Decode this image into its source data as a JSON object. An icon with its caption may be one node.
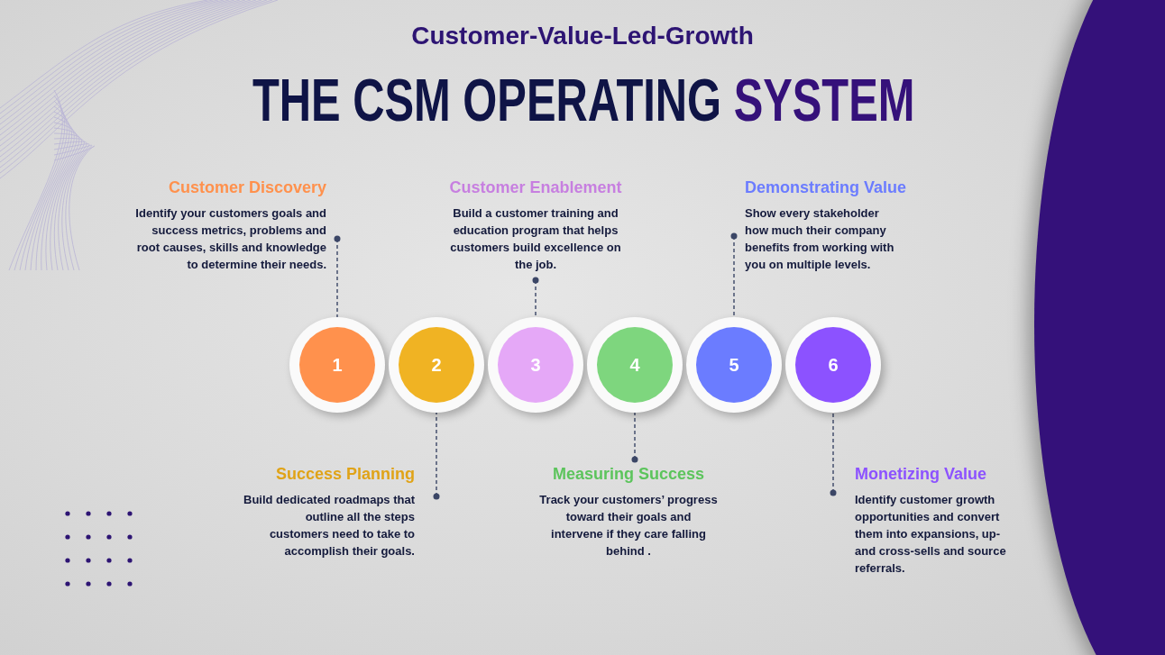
{
  "diagram": {
    "title": "THE CSM OPERATING **SYSTEM**",
    "nodes": [
      {
        "text": [
          "Customer Discovery",
          "Identify your customers goals and success metrics, problems and root causes, skills and knowledge to determine their needs."
        ]
      },
      {
        "text": [
          "Customer Enablement",
          "Build a customer training and education program that helps customers build excellence on the job."
        ]
      },
      {
        "text": [
          "Demonstrating Value",
          "Show every stakeholder how much their company benefits from working with you on multiple levels."
        ]
      },
      {
        "text": [
          "1"
        ]
      },
      {
        "text": [
          "2"
        ]
      },
      {
        "text": [
          "3"
        ]
      },
      {
        "text": [
          "4"
        ]
      },
      {
        "text": [
          "5"
        ]
      },
      {
        "text": [
          "6"
        ]
      },
      {
        "text": [
          "Success Planning",
          "Build dedicated roadmaps that outline all the steps customers need to take to accomplish their goals."
        ]
      },
      {
        "text": [
          "Measuring Success",
          "Track your customers’ progress toward their goals and intervene if they care falling behind ."
        ]
      },
      {
        "text": [
          "Monetizing Value",
          "Identify customer growth opportunities and convert them into expansions, up- and cross-sells and source referrals."
        ]
      }
    ],
    "edges": [
      {
        "from": 0,
        "to": 3,
        "arrow": "other",
        "style": "dashed"
      },
      {
        "from": 1,
        "to": 5,
        "arrow": "other",
        "style": "dashed"
      },
      {
        "from": 2,
        "to": 7,
        "arrow": "other",
        "style": "dashed"
      },
      {
        "from": 9,
        "to": 4,
        "arrow": "other",
        "style": "dashed"
      },
      {
        "from": 10,
        "to": 6,
        "arrow": "other",
        "style": "dashed"
      },
      {
        "from": 11,
        "to": 8,
        "arrow": "other",
        "style": "dashed"
      }
    ],
    "labels": [
      "Customer-Value-Led-Growth"
    ]
  }
}
